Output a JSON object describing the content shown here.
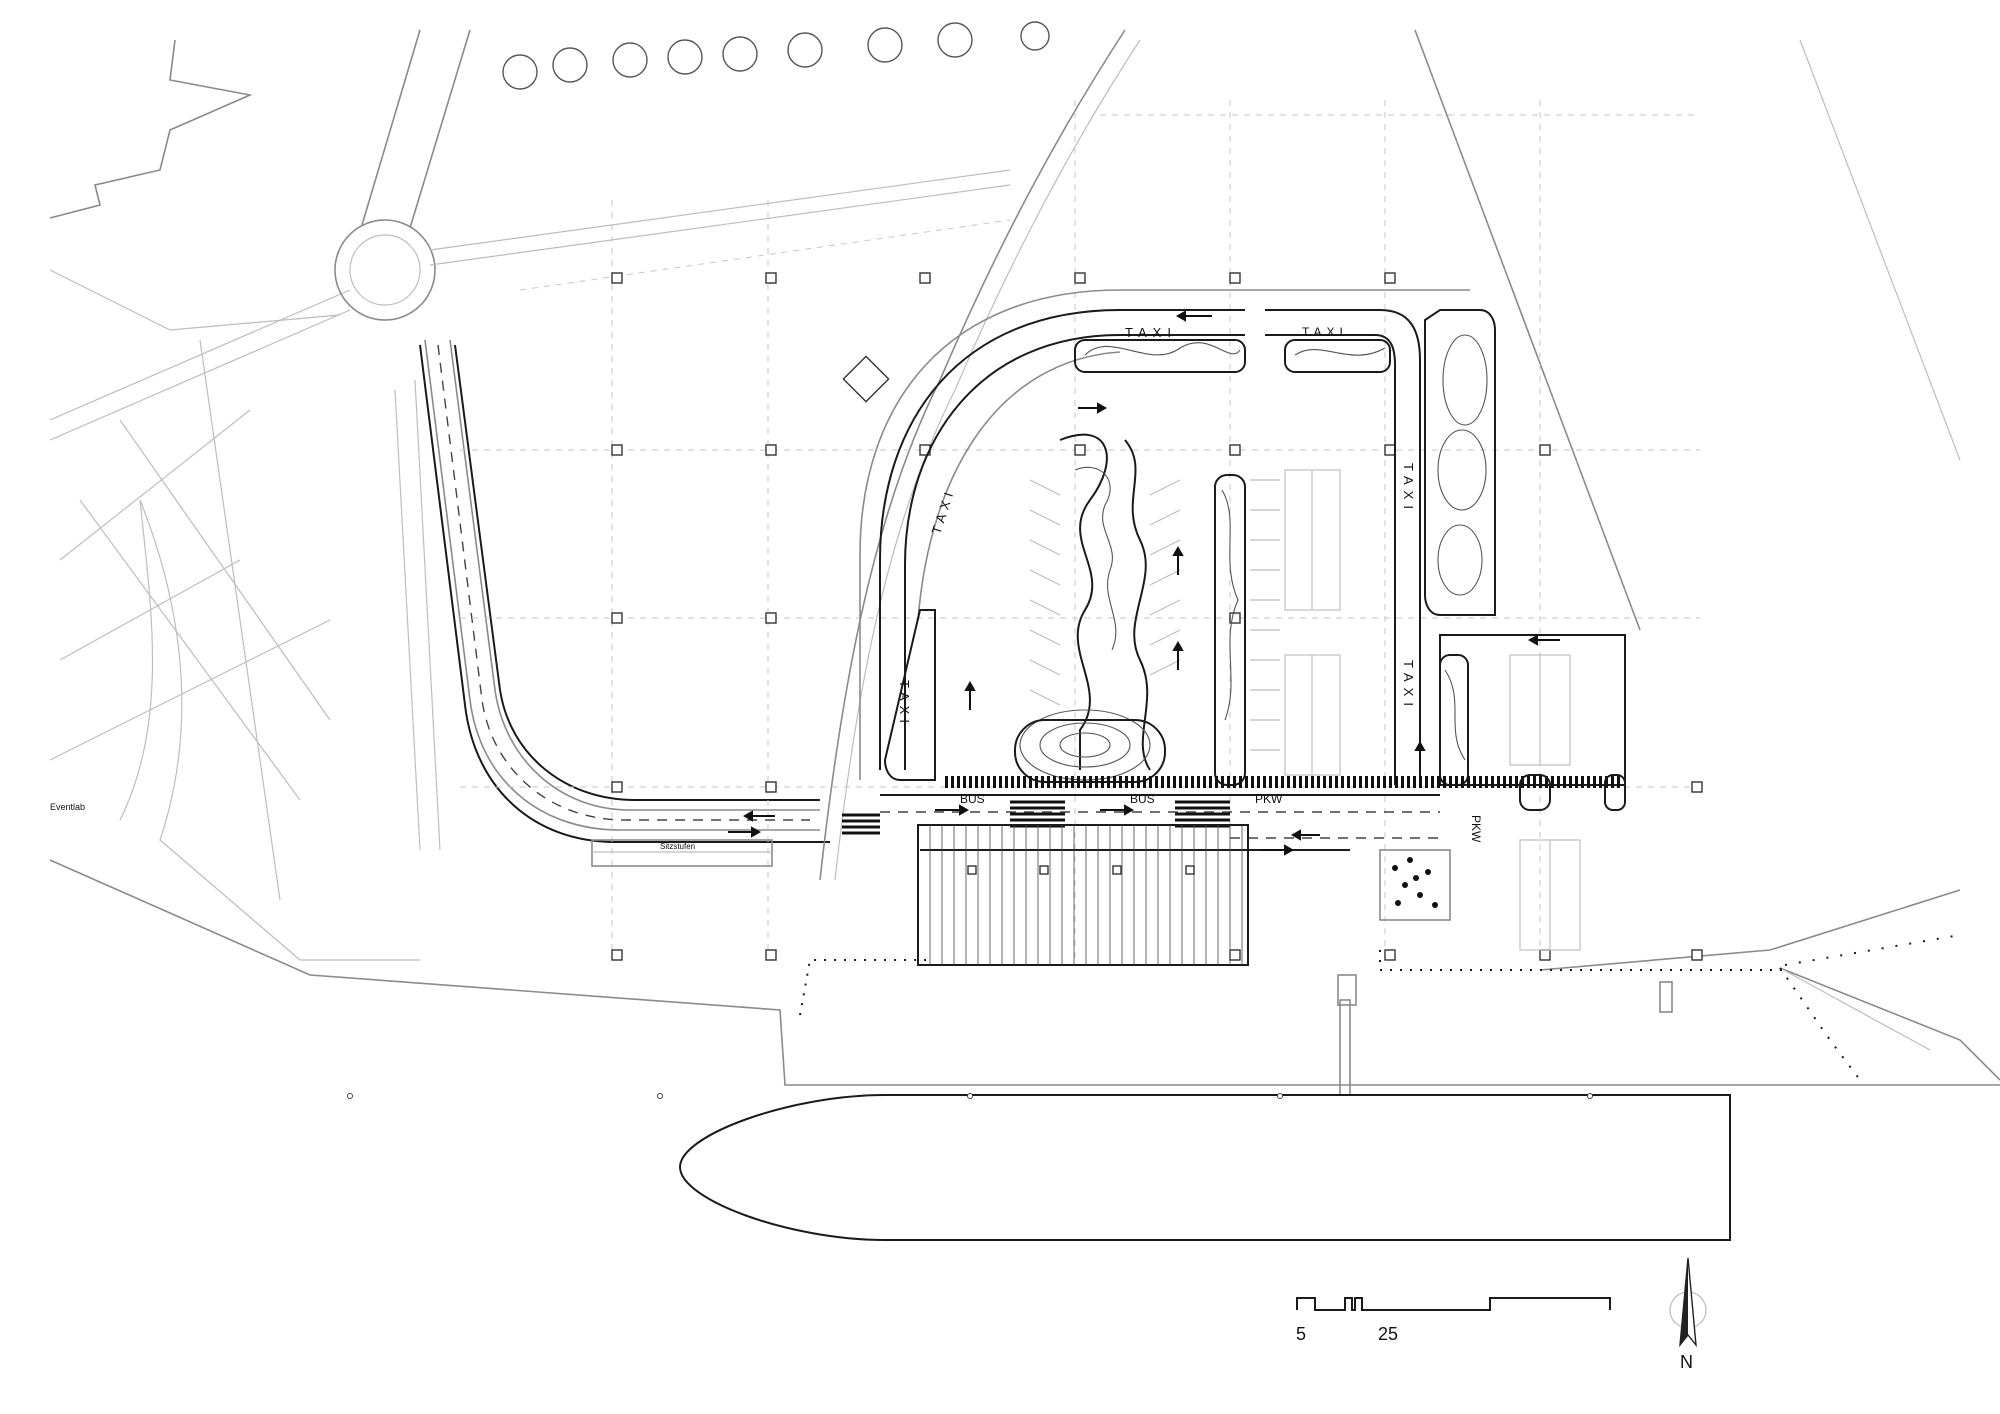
{
  "labels": {
    "eventlab": "Eventlab",
    "sitzstufen": "Sitzstufen",
    "bus_1": "BUS",
    "bus_2": "BUS",
    "pkw_1": "PKW",
    "pkw_2": "PKW",
    "taxi_top_1": "TAXI",
    "taxi_top_2": "TAXI",
    "taxi_left_upper": "TAXI",
    "taxi_left_lower": "TAXI",
    "taxi_right_upper": "TAXI",
    "taxi_right_lower": "TAXI"
  },
  "scale_bar": {
    "label_small": "5",
    "label_large": "25"
  },
  "north_arrow": {
    "label": "N"
  },
  "colors": {
    "line_dark": "#1a1a1a",
    "line_light": "#bdbdbd",
    "background": "#ffffff"
  }
}
